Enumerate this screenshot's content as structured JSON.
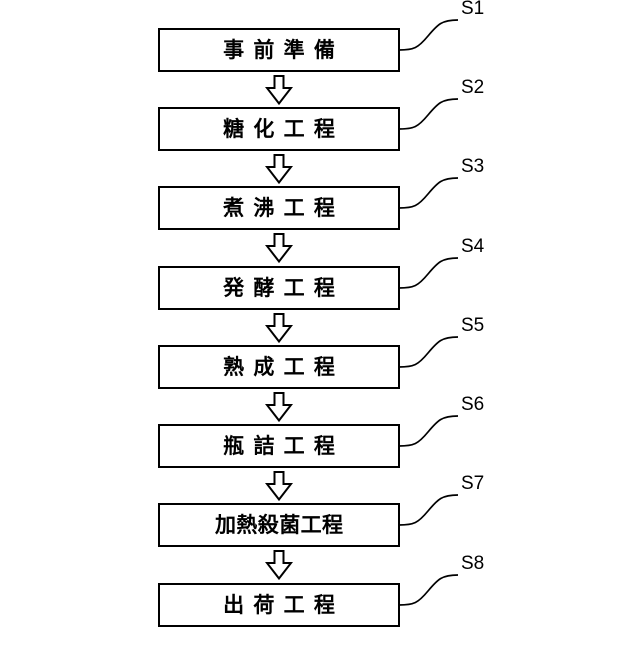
{
  "diagram": {
    "type": "flowchart",
    "orientation": "vertical",
    "background_color": "#ffffff",
    "line_color": "#000000",
    "connector_icon": "down-arrow-icon",
    "steps": [
      {
        "id": "S1",
        "label": "事前準備",
        "ref": "S1"
      },
      {
        "id": "S2",
        "label": "糖化工程",
        "ref": "S2"
      },
      {
        "id": "S3",
        "label": "煮沸工程",
        "ref": "S3"
      },
      {
        "id": "S4",
        "label": "発酵工程",
        "ref": "S4"
      },
      {
        "id": "S5",
        "label": "熟成工程",
        "ref": "S5"
      },
      {
        "id": "S6",
        "label": "瓶詰工程",
        "ref": "S6"
      },
      {
        "id": "S7",
        "label": "加熱殺菌工程",
        "ref": "S7"
      },
      {
        "id": "S8",
        "label": "出荷工程",
        "ref": "S8"
      }
    ]
  }
}
